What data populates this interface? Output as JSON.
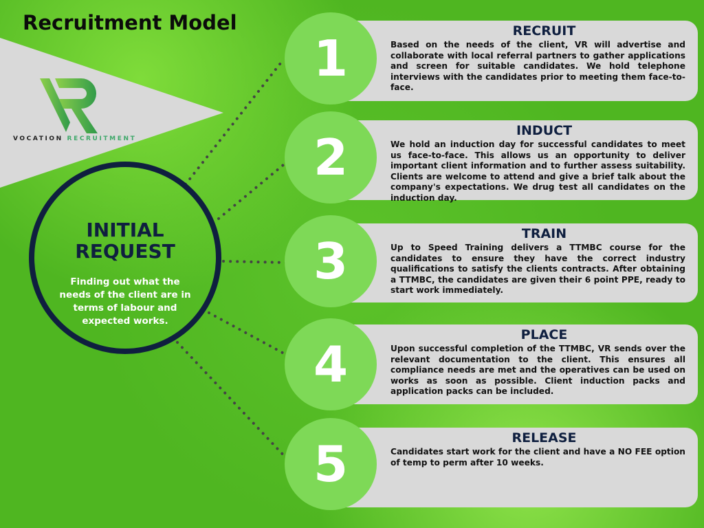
{
  "title": "Recruitment Model",
  "logo": {
    "brand_a": "VOCATION",
    "brand_b": "RECRUITMENT"
  },
  "center": {
    "title_line1": "INITIAL",
    "title_line2": "REQUEST",
    "text": "Finding out what the needs of the client are in terms of labour and expected works."
  },
  "colors": {
    "navy": "#0f1f3f",
    "circle": "#7ed957",
    "card": "#d9d9d9"
  },
  "steps": [
    {
      "number": "1",
      "title": "RECRUIT",
      "text": "Based on the needs of the client, VR will advertise and collaborate with local referral partners to gather applications and screen for suitable candidates. We hold telephone interviews with the candidates prior to meeting them face-to-face."
    },
    {
      "number": "2",
      "title": "INDUCT",
      "text": "We hold an induction day for successful candidates to meet us face-to-face. This allows us an opportunity to deliver important client information and to further assess suitability. Clients are welcome to attend and give a brief talk about the company's expectations. We drug test all candidates on the induction day."
    },
    {
      "number": "3",
      "title": "TRAIN",
      "text": "Up to Speed Training delivers a TTMBC course for the candidates to ensure they have the correct industry qualifications to satisfy the clients contracts. After obtaining a TTMBC, the candidates are given their 6 point PPE, ready to start work immediately."
    },
    {
      "number": "4",
      "title": "PLACE",
      "text": "Upon successful completion of the TTMBC, VR sends over the relevant documentation to the client. This ensures all compliance needs are met and the operatives can be used on works as soon as possible. Client induction packs and application packs can be included."
    },
    {
      "number": "5",
      "title": "RELEASE",
      "text": "Candidates start work for the client and have a NO FEE option of temp to perm after 10 weeks."
    }
  ]
}
